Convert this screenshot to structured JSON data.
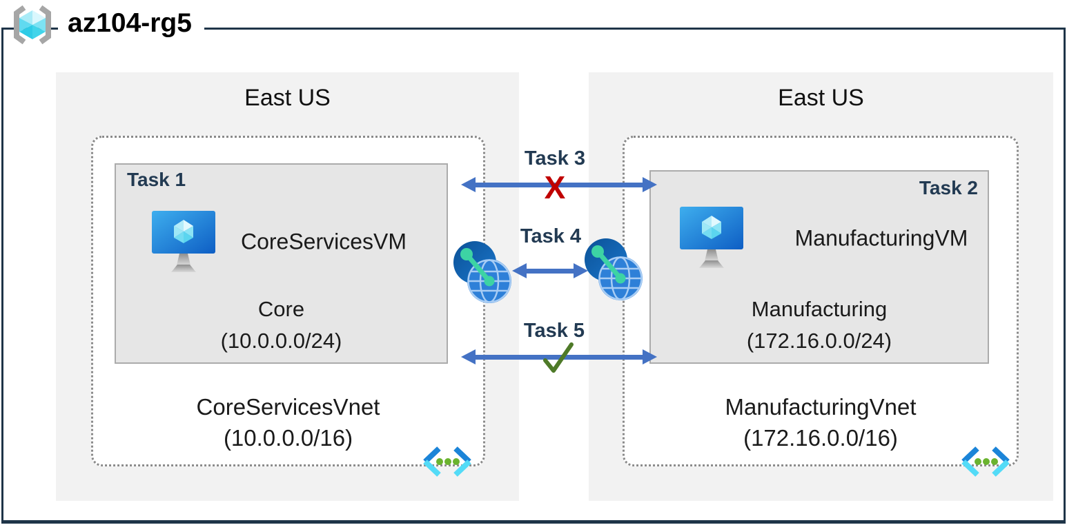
{
  "resource_group": {
    "name": "az104-rg5"
  },
  "regions": [
    {
      "name": "East US",
      "vnet": {
        "name": "CoreServicesVnet",
        "cidr": "(10.0.0.0/16)",
        "subnet": {
          "task_label": "Task 1",
          "vm_name": "CoreServicesVM",
          "name": "Core",
          "cidr": "(10.0.0.0/24)"
        }
      }
    },
    {
      "name": "East US",
      "vnet": {
        "name": "ManufacturingVnet",
        "cidr": "(172.16.0.0/16)",
        "subnet": {
          "task_label": "Task 2",
          "vm_name": "ManufacturingVM",
          "name": "Manufacturing",
          "cidr": "(172.16.0.0/24)"
        }
      }
    }
  ],
  "connections": [
    {
      "label": "Task 3",
      "marker": "X",
      "status": "blocked"
    },
    {
      "label": "Task 4",
      "marker": "",
      "status": "peering"
    },
    {
      "label": "Task 5",
      "marker": "✓",
      "status": "allowed"
    }
  ],
  "icons": {
    "resource_group": "resource-group-icon",
    "virtual_machine": "vm-icon",
    "vnet_peering": "vnet-peering-icon",
    "virtual_network": "vnet-icon",
    "blocked_marker": "x-mark",
    "allowed_marker": "check-icon"
  },
  "colors": {
    "arrow": "#4472C4",
    "blocked": "#C00000",
    "allowed": "#4E7A28",
    "frame": "#1E3448",
    "task_label": "#223A52",
    "region_bg": "#F2F2F2",
    "subnet_bg": "#E6E6E6"
  }
}
